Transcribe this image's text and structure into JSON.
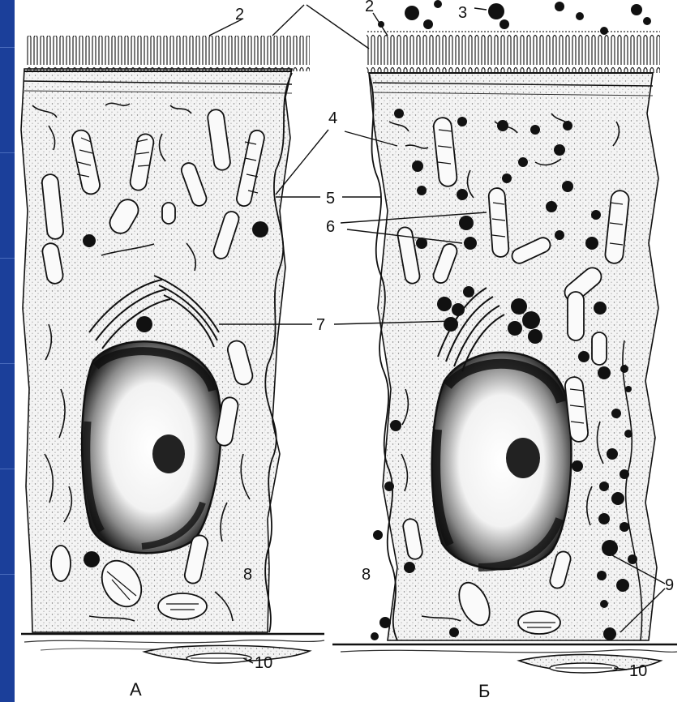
{
  "labels": {
    "l2_left": "2",
    "l2_right": "2",
    "l3": "3",
    "l4": "4",
    "l5": "5",
    "l6": "6",
    "l7": "7",
    "l8_left": "8",
    "l8_right": "8",
    "l9": "9",
    "l10_left": "10",
    "l10_right": "10"
  },
  "captions": {
    "left": "А",
    "right": "Б"
  }
}
